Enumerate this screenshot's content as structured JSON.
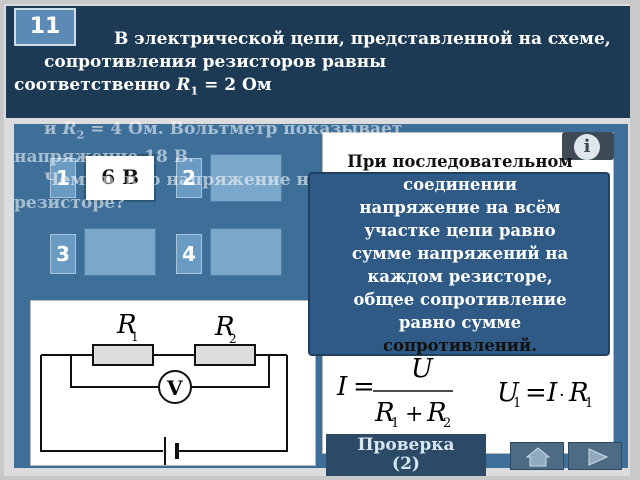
{
  "task": {
    "number": "11",
    "line1": "В электрической цепи, представленной на схеме,",
    "line2": "сопротивления резисторов равны",
    "line3a": "соответственно",
    "r1": "R",
    "r1sub": "1",
    "line3b": "= 2 Ом",
    "line4a": "и",
    "r2": "R",
    "r2sub": "2",
    "line4b": "= 4 Ом. Вольтметр показывает",
    "line5": "напряжение 18 В.",
    "line6": "Чему равно напряжение на первом",
    "line7": "резисторе?"
  },
  "answers": [
    {
      "num": "1",
      "value": "6 В"
    },
    {
      "num": "2",
      "value": ""
    },
    {
      "num": "3",
      "value": ""
    },
    {
      "num": "4",
      "value": ""
    }
  ],
  "circuit": {
    "r1": "R",
    "r1sub": "1",
    "r2": "R",
    "r2sub": "2",
    "voltmeter": "V"
  },
  "formula": {
    "i": "I",
    "eq": "=",
    "u": "U",
    "r": "R",
    "plus": "+",
    "sub1": "1",
    "sub2": "2",
    "u1": "U",
    "dot": "·",
    "ir": "I"
  },
  "hint": {
    "l1": "При последовательном",
    "l2": "соединении",
    "l3": "напряжение на всём",
    "l4": "участке цепи равно",
    "l5": "сумме напряжений на",
    "l6": "каждом резисторе,",
    "l7": "общее сопротивление",
    "l8": "равно сумме",
    "l9": "сопротивлений."
  },
  "check": {
    "label": "Проверка",
    "count": "(2)"
  },
  "info": {
    "symbol": "i"
  },
  "colors": {
    "header": "#1d3a55",
    "panel": "#3e6f99",
    "hint": "#2e5a85"
  }
}
